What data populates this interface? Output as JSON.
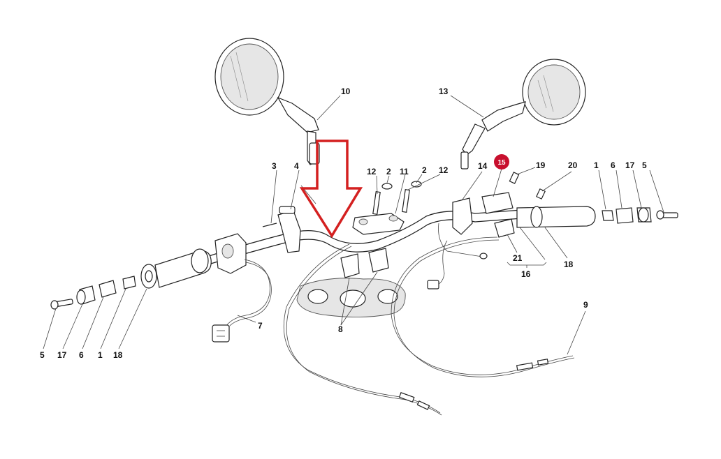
{
  "callouts": {
    "c10": "10",
    "c13": "13",
    "c3": "3",
    "c4": "4",
    "c12a": "12",
    "c2a": "2",
    "c11": "11",
    "c2b": "2",
    "c12b": "12",
    "c14": "14",
    "c15": "15",
    "c19": "19",
    "c20": "20",
    "c1r": "1",
    "c6r": "6",
    "c17r": "17",
    "c5r": "5",
    "c21": "21",
    "c16": "16",
    "c18r": "18",
    "c7": "7",
    "c8": "8",
    "c9": "9",
    "c5l": "5",
    "c17l": "17",
    "c6l": "6",
    "c1l": "1",
    "c18l": "18"
  },
  "colors": {
    "ink": "#222222",
    "highlight_arrow": "#d42020",
    "badge": "#c8102e",
    "badge_text": "#ffffff"
  }
}
